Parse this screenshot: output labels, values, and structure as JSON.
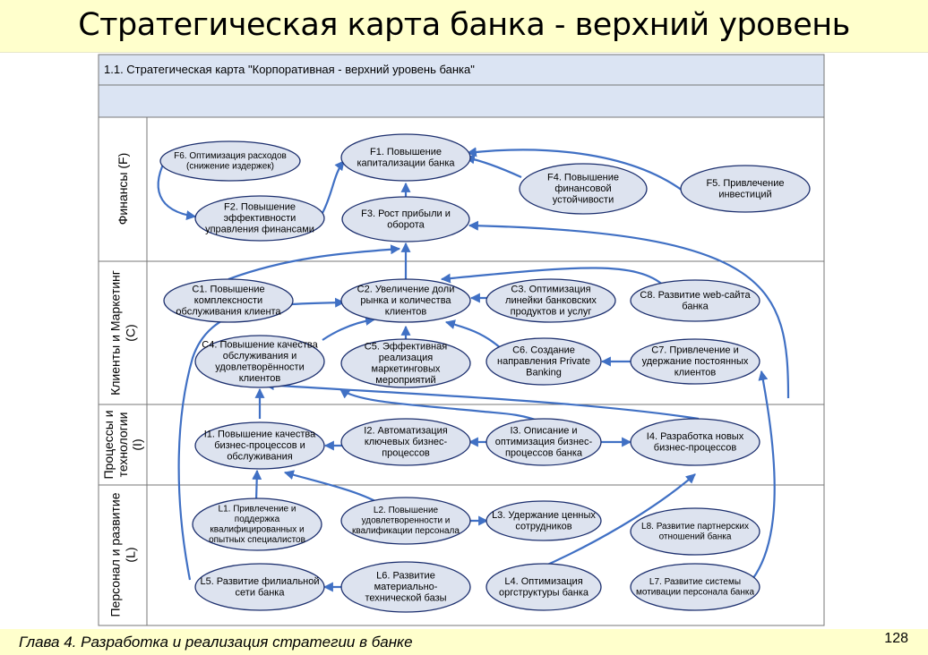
{
  "slide": {
    "title": "Стратегическая карта банка - верхний уровень",
    "chapter": "Глава 4. Разработка и реализация стратегии в банке",
    "page_number": "128"
  },
  "map": {
    "header": "1.1. Стратегическая карта \"Корпоративная - верхний уровень банка\"",
    "lanes": [
      {
        "id": "F",
        "label_lines": [
          "Финансы (F)"
        ]
      },
      {
        "id": "C",
        "label_lines": [
          "Клиенты и Маркетинг",
          "(C)"
        ]
      },
      {
        "id": "I",
        "label_lines": [
          "Процессы и",
          "технологии",
          "(I)"
        ]
      },
      {
        "id": "L",
        "label_lines": [
          "Персонал и развитие",
          "(L)"
        ]
      }
    ],
    "nodes": [
      {
        "id": "F6",
        "lines": [
          "F6. Оптимизация расходов",
          "(снижение издержек)"
        ]
      },
      {
        "id": "F1",
        "lines": [
          "F1. Повышение",
          "капитализации банка"
        ]
      },
      {
        "id": "F4",
        "lines": [
          "F4. Повышение",
          "финансовой",
          "устойчивости"
        ]
      },
      {
        "id": "F5",
        "lines": [
          "F5. Привлечение",
          "инвестиций"
        ]
      },
      {
        "id": "F2",
        "lines": [
          "F2. Повышение",
          "эффективности",
          "управления финансами"
        ]
      },
      {
        "id": "F3",
        "lines": [
          "F3. Рост прибыли и",
          "оборота"
        ]
      },
      {
        "id": "C1",
        "lines": [
          "C1. Повышение",
          "комплексности",
          "обслуживания клиента"
        ]
      },
      {
        "id": "C2",
        "lines": [
          "C2. Увеличение доли",
          "рынка и количества",
          "клиентов"
        ]
      },
      {
        "id": "C3",
        "lines": [
          "C3. Оптимизация",
          "линейки банковских",
          "продуктов и услуг"
        ]
      },
      {
        "id": "C8",
        "lines": [
          "C8. Развитие web-сайта",
          "банка"
        ]
      },
      {
        "id": "C4",
        "lines": [
          "C4. Повышение качества",
          "обслуживания и",
          "удовлетворённости",
          "клиентов"
        ]
      },
      {
        "id": "C5",
        "lines": [
          "C5. Эффективная",
          "реализация",
          "маркетинговых",
          "мероприятий"
        ]
      },
      {
        "id": "C6",
        "lines": [
          "C6. Создание",
          "направления Private",
          "Banking"
        ]
      },
      {
        "id": "C7",
        "lines": [
          "C7. Привлечение и",
          "удержание постоянных",
          "клиентов"
        ]
      },
      {
        "id": "I1",
        "lines": [
          "I1. Повышение качества",
          "бизнес-процессов и",
          "обслуживания"
        ]
      },
      {
        "id": "I2",
        "lines": [
          "I2. Автоматизация",
          "ключевых бизнес-",
          "процессов"
        ]
      },
      {
        "id": "I3",
        "lines": [
          "I3. Описание и",
          "оптимизация бизнес-",
          "процессов банка"
        ]
      },
      {
        "id": "I4",
        "lines": [
          "I4. Разработка новых",
          "бизнес-процессов"
        ]
      },
      {
        "id": "L1",
        "lines": [
          "L1. Привлечение и",
          "поддержка",
          "квалифицированных и",
          "опытных специалистов"
        ]
      },
      {
        "id": "L2",
        "lines": [
          "L2. Повышение",
          "удовлетворенности и",
          "квалификации персонала"
        ]
      },
      {
        "id": "L3",
        "lines": [
          "L3. Удержание ценных",
          "сотрудников"
        ]
      },
      {
        "id": "L8",
        "lines": [
          "L8. Развитие партнерских",
          "отношений банка"
        ]
      },
      {
        "id": "L5",
        "lines": [
          "L5. Развитие филиальной",
          "сети банка"
        ]
      },
      {
        "id": "L6",
        "lines": [
          "L6. Развитие",
          "материально-",
          "технической базы"
        ]
      },
      {
        "id": "L4",
        "lines": [
          "L4. Оптимизация",
          "оргструктуры банка"
        ]
      },
      {
        "id": "L7",
        "lines": [
          "L7. Развитие системы",
          "мотивации персонала банка"
        ]
      }
    ]
  },
  "colors": {
    "title_band": "#ffffcc",
    "header_row": "#dbe4f3",
    "node_fill": "#dde3ef",
    "node_stroke": "#1c2f6e",
    "arrow": "#4070c4"
  }
}
